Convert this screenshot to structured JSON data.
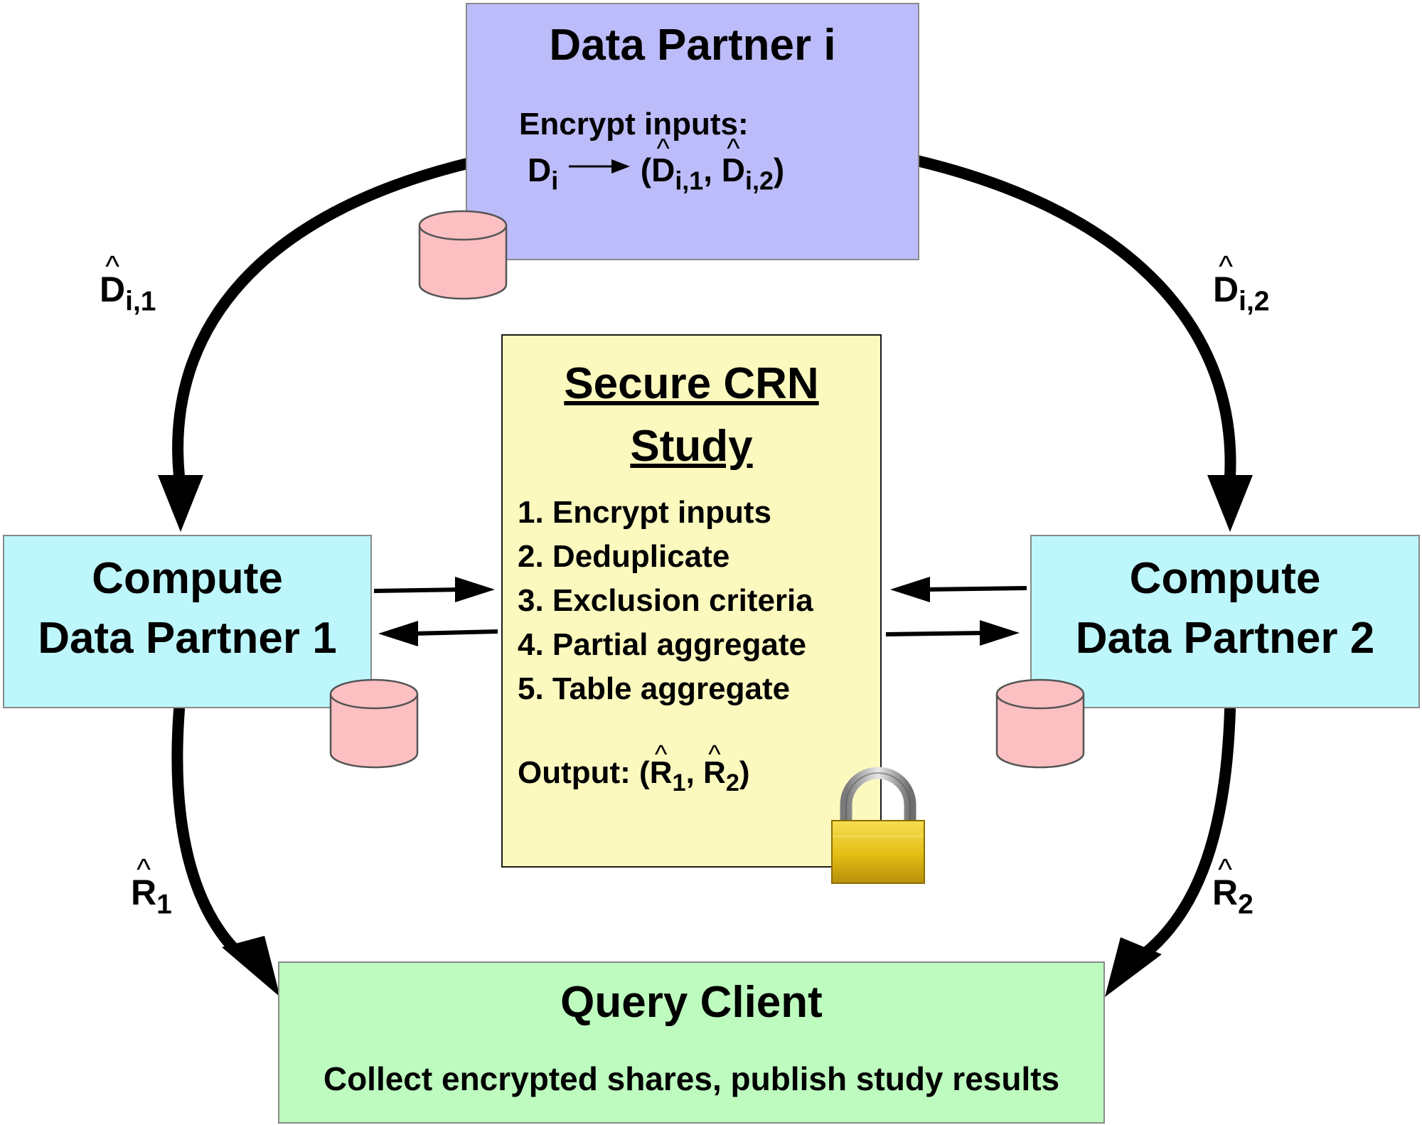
{
  "colors": {
    "data_partner_i_bg": "#bdbcfb",
    "compute_partner_bg": "#bdf7fb",
    "study_bg": "#fcf9bf",
    "query_client_bg": "#bdfbbf",
    "database_fill": "#fcc0c2",
    "lock_body": "#e6c31b",
    "arrow": "#000000"
  },
  "data_partner_i": {
    "title": "Data Partner i",
    "encrypt_label": "Encrypt inputs:",
    "input_base": "D",
    "input_sub": "i",
    "share_1_base": "D",
    "share_1_sub": "i,1",
    "share_2_base": "D",
    "share_2_sub": "i,2",
    "database_icon": "database-icon"
  },
  "compute_partner_1": {
    "title_line1": "Compute",
    "title_line2": "Data Partner 1",
    "database_icon": "database-icon"
  },
  "compute_partner_2": {
    "title_line1": "Compute",
    "title_line2": "Data Partner 2",
    "database_icon": "database-icon"
  },
  "study": {
    "title": "Secure CRN Study",
    "steps": [
      "1. Encrypt inputs",
      "2. Deduplicate",
      "3. Exclusion criteria",
      "4. Partial aggregate",
      "5. Table aggregate"
    ],
    "output_label": "Output:",
    "output_1_base": "R",
    "output_1_sub": "1",
    "output_2_base": "R",
    "output_2_sub": "2",
    "lock_icon": "padlock-icon"
  },
  "query_client": {
    "title": "Query Client",
    "description": "Collect encrypted shares, publish study results"
  },
  "edge_labels": {
    "to_partner_1": {
      "base": "D",
      "sub": "i,1"
    },
    "to_partner_2": {
      "base": "D",
      "sub": "i,2"
    },
    "from_partner_1": {
      "base": "R",
      "sub": "1"
    },
    "from_partner_2": {
      "base": "R",
      "sub": "2"
    }
  }
}
